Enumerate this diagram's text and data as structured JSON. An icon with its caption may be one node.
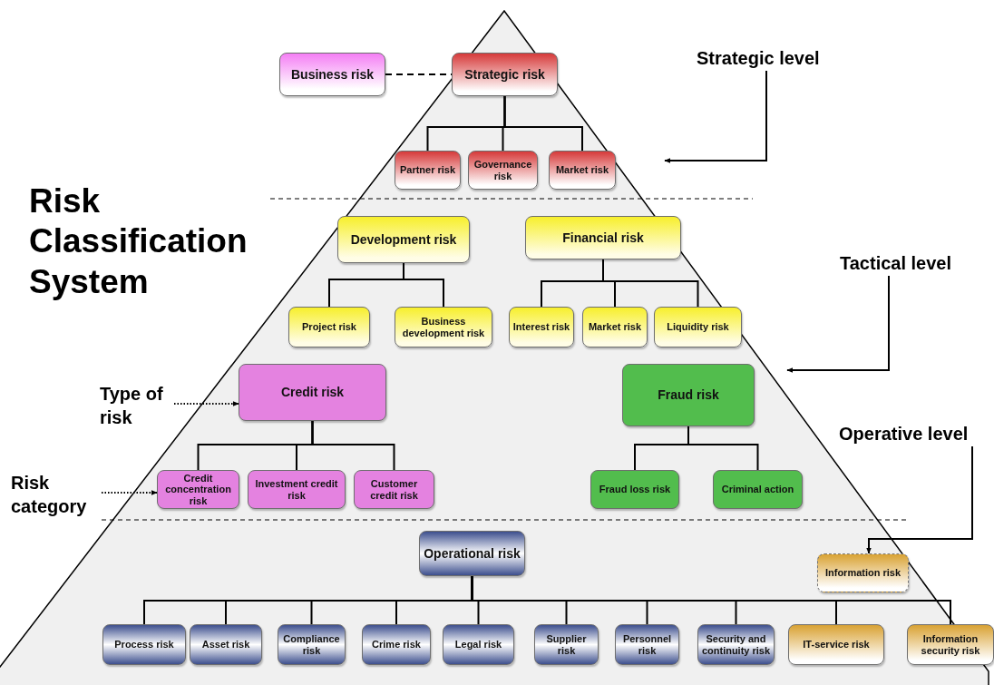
{
  "diagram": {
    "title": "Risk Classification System",
    "nodes": [
      {
        "text": [
          "Business risk"
        ]
      },
      {
        "text": [
          "Strategic risk"
        ]
      },
      {
        "text": [
          "Partner risk"
        ]
      },
      {
        "text": [
          "Governance risk"
        ]
      },
      {
        "text": [
          "Market risk"
        ]
      },
      {
        "text": [
          "Development risk"
        ]
      },
      {
        "text": [
          "Financial risk"
        ]
      },
      {
        "text": [
          "Project risk"
        ]
      },
      {
        "text": [
          "Business development risk"
        ]
      },
      {
        "text": [
          "Interest risk"
        ]
      },
      {
        "text": [
          "Market  risk"
        ]
      },
      {
        "text": [
          "Liquidity risk"
        ]
      },
      {
        "text": [
          "Credit risk"
        ]
      },
      {
        "text": [
          "Fraud risk"
        ]
      },
      {
        "text": [
          "Credit concentration risk"
        ]
      },
      {
        "text": [
          "Investment credit risk"
        ]
      },
      {
        "text": [
          "Customer credit risk"
        ]
      },
      {
        "text": [
          "Fraud loss risk"
        ]
      },
      {
        "text": [
          "Criminal action"
        ]
      },
      {
        "text": [
          "Operational risk"
        ]
      },
      {
        "text": [
          "Information risk"
        ]
      },
      {
        "text": [
          "Process risk"
        ]
      },
      {
        "text": [
          "Asset risk"
        ]
      },
      {
        "text": [
          "Compliance risk"
        ]
      },
      {
        "text": [
          "Crime risk"
        ]
      },
      {
        "text": [
          "Legal risk"
        ]
      },
      {
        "text": [
          "Supplier risk"
        ]
      },
      {
        "text": [
          "Personnel risk"
        ]
      },
      {
        "text": [
          "Security and continuity risk"
        ]
      },
      {
        "text": [
          "IT-service risk"
        ]
      },
      {
        "text": [
          "Information security risk"
        ]
      },
      {
        "text": [
          "Type of risk"
        ]
      },
      {
        "text": [
          "Risk category"
        ]
      },
      {
        "text": [
          "Strategic level"
        ]
      },
      {
        "text": [
          "Tactical level"
        ]
      },
      {
        "text": [
          "Operative level"
        ]
      }
    ],
    "edges": [
      {
        "from": 0,
        "to": 1,
        "arrow": "none",
        "style": "dashed"
      },
      {
        "from": 1,
        "to": 2,
        "arrow": "none"
      },
      {
        "from": 1,
        "to": 3,
        "arrow": "none"
      },
      {
        "from": 1,
        "to": 4,
        "arrow": "none"
      },
      {
        "from": 5,
        "to": 7,
        "arrow": "none"
      },
      {
        "from": 5,
        "to": 8,
        "arrow": "none"
      },
      {
        "from": 6,
        "to": 9,
        "arrow": "none"
      },
      {
        "from": 6,
        "to": 10,
        "arrow": "none"
      },
      {
        "from": 6,
        "to": 11,
        "arrow": "none"
      },
      {
        "from": 12,
        "to": 14,
        "arrow": "none"
      },
      {
        "from": 12,
        "to": 15,
        "arrow": "none"
      },
      {
        "from": 12,
        "to": 16,
        "arrow": "none"
      },
      {
        "from": 13,
        "to": 17,
        "arrow": "none"
      },
      {
        "from": 13,
        "to": 18,
        "arrow": "none"
      },
      {
        "from": 19,
        "to": 21,
        "arrow": "none"
      },
      {
        "from": 19,
        "to": 22,
        "arrow": "none"
      },
      {
        "from": 19,
        "to": 23,
        "arrow": "none"
      },
      {
        "from": 19,
        "to": 24,
        "arrow": "none"
      },
      {
        "from": 19,
        "to": 25,
        "arrow": "none"
      },
      {
        "from": 19,
        "to": 26,
        "arrow": "none"
      },
      {
        "from": 19,
        "to": 27,
        "arrow": "none"
      },
      {
        "from": 19,
        "to": 28,
        "arrow": "none"
      },
      {
        "from": 19,
        "to": 29,
        "arrow": "none"
      },
      {
        "from": 19,
        "to": 30,
        "arrow": "none"
      },
      {
        "from": 31,
        "to": 12,
        "arrow": "to",
        "style": "dashed"
      },
      {
        "from": 32,
        "to": 14,
        "arrow": "to",
        "style": "dashed"
      },
      {
        "from": 33,
        "to": null,
        "arrow": "to"
      },
      {
        "from": 34,
        "to": null,
        "arrow": "to"
      },
      {
        "from": 35,
        "to": 20,
        "arrow": "to"
      }
    ]
  }
}
